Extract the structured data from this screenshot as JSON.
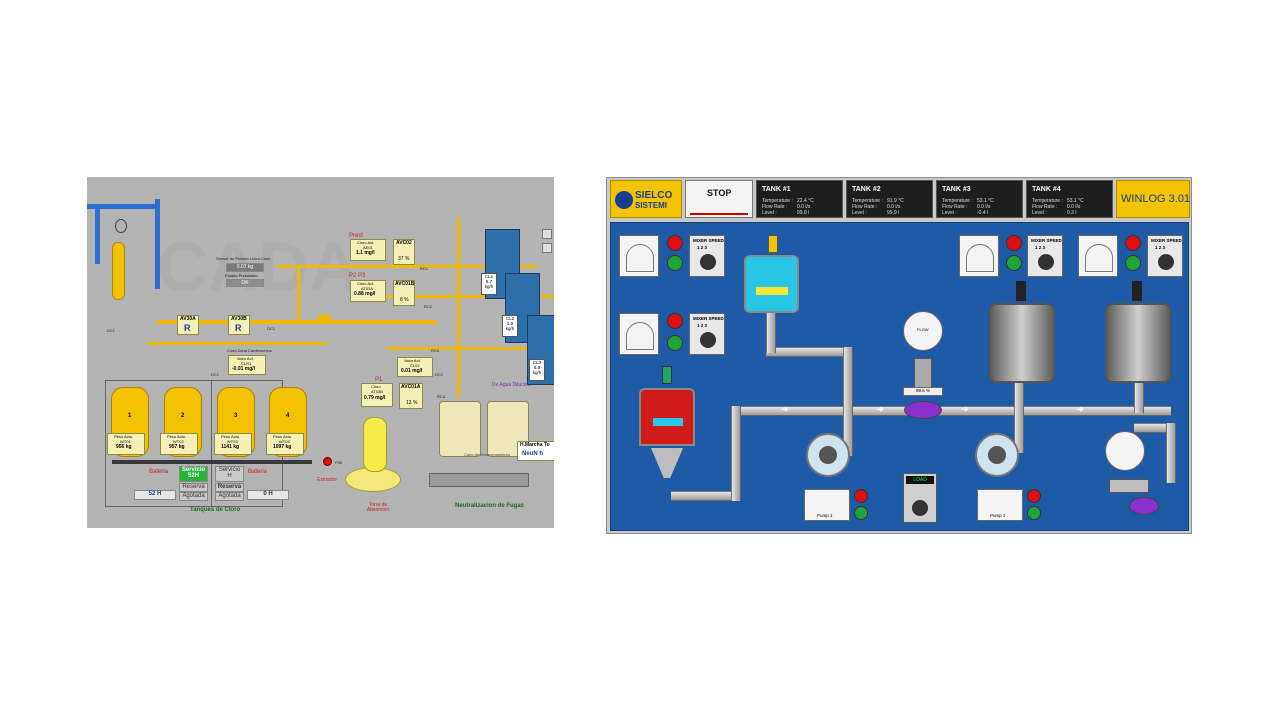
{
  "left": {
    "sensor_title": "Sensor de Presion Linea Cloro",
    "sensor_value": "0.07 kg",
    "sensor_sub": "Estado Presostato",
    "sensor_ok": "OK",
    "valve_a": {
      "name": "AV30A",
      "badge": "R"
    },
    "valve_b": {
      "name": "AV30B",
      "badge": "R"
    },
    "cloro_zona_title": "Cloro Zona Cardenuevos",
    "valor_act_title": "Valor Act.",
    "valor_act_id": "CLR1",
    "valor_act_value": "-0.01 mg/l",
    "precl": "Precl",
    "cloro1": {
      "title": "Cloro Act.",
      "id": "AE01",
      "value": "1.1 mg/l"
    },
    "avc02": {
      "name": "AVC02",
      "value": "37 %"
    },
    "p2p3": "P2 P3",
    "cloro2": {
      "title": "Cloro Act.",
      "id": "AT03A",
      "value": "0.88 mg/l"
    },
    "avc01b": {
      "name": "AVC01B",
      "value": "8 %"
    },
    "valor2": {
      "title": "Valor Act.",
      "id": "CL02",
      "value": "0.01 mg/l"
    },
    "avc01a": {
      "name": "AVC01A",
      "value": "13 %"
    },
    "p1": "P1",
    "cloro3": {
      "title": "Cloro",
      "id": "AT03B",
      "value": "0.79 mg/l"
    },
    "agua_dilucion": "De Agua Dilucion",
    "tanks": [
      {
        "num": "1",
        "title": "Peso Actu.",
        "id": "WT01",
        "weight": "956 kg"
      },
      {
        "num": "2",
        "title": "Peso Actu.",
        "id": "WT02",
        "weight": "957 kg"
      },
      {
        "num": "3",
        "title": "Peso Actu.",
        "id": "WT03",
        "weight": "1141 kg"
      },
      {
        "num": "4",
        "title": "Peso Actu.",
        "id": "WT03",
        "weight": "1097 kg"
      }
    ],
    "bateria_1": "Bateria",
    "bateria_2": "Bateria",
    "servicio_1": "Servicio",
    "servicio_1_val": "52H",
    "reserva_1": "Reserva",
    "agotada_1": "Agotada",
    "servicio_2": "Servicio",
    "servicio_2_val": "H",
    "reserva_2": "Reserva",
    "agotada_2": "Agotada",
    "hours_1": "52 H",
    "hours_2": "0 H",
    "tanques_title": "Tanques de Cloro",
    "extractor": "Extractor",
    "torre": "Torre de Absorcion",
    "neutralizacion": "Neutralizacion de Fugas",
    "hmarcha": "H.Marcha To",
    "hmarcha_val": "NeuN h",
    "cubo_label": "Cubo de Almacenamiento",
    "cl1": {
      "name": "CL1",
      "value": "5.7",
      "unit": "kg/h"
    },
    "cl2": {
      "name": "CL2",
      "value": "1.0",
      "unit": "kg/h"
    },
    "cl3": {
      "name": "CL3",
      "value": "0.0",
      "unit": "kg/h"
    },
    "dc_labels": [
      "DC1",
      "DC1",
      "DC1",
      "DC2",
      "RC1",
      "RC2",
      "RC3",
      "RC4",
      "P30"
    ]
  },
  "right": {
    "logo_top": "SIELCO",
    "logo_bottom": "SISTEMI",
    "stop_label": "STOP",
    "winlog": "WINLOG 3.01",
    "row_labels": [
      "Temperature :",
      "Flow Rate :",
      "Level :"
    ],
    "tanks": [
      {
        "title": "TANK #1",
        "temp": "22.4 °C",
        "flow": "0.0 l/s",
        "level": "99.8 l"
      },
      {
        "title": "TANK #2",
        "temp": "91.9 °C",
        "flow": "0.0 l/s",
        "level": "99.9 l"
      },
      {
        "title": "TANK #3",
        "temp": "53.1 °C",
        "flow": "0.0 l/s",
        "level": "-0.4 l"
      },
      {
        "title": "TANK #4",
        "temp": "53.1 °C",
        "flow": "0.0 l/s",
        "level": "0.3 l"
      }
    ],
    "mixer_speed": "MIXER SPEED",
    "speed_steps": "1  2  3",
    "load_label": "LOAD",
    "pump1": "Pump 1",
    "pump2": "Pump 2",
    "flow_label": "FLOW",
    "valve_pct": "99.6 %",
    "colors": {
      "bg": "#1f5aa6",
      "panel": "#c9c9c9",
      "header": "#1e1e1e",
      "winlog": "#f2c400"
    }
  }
}
